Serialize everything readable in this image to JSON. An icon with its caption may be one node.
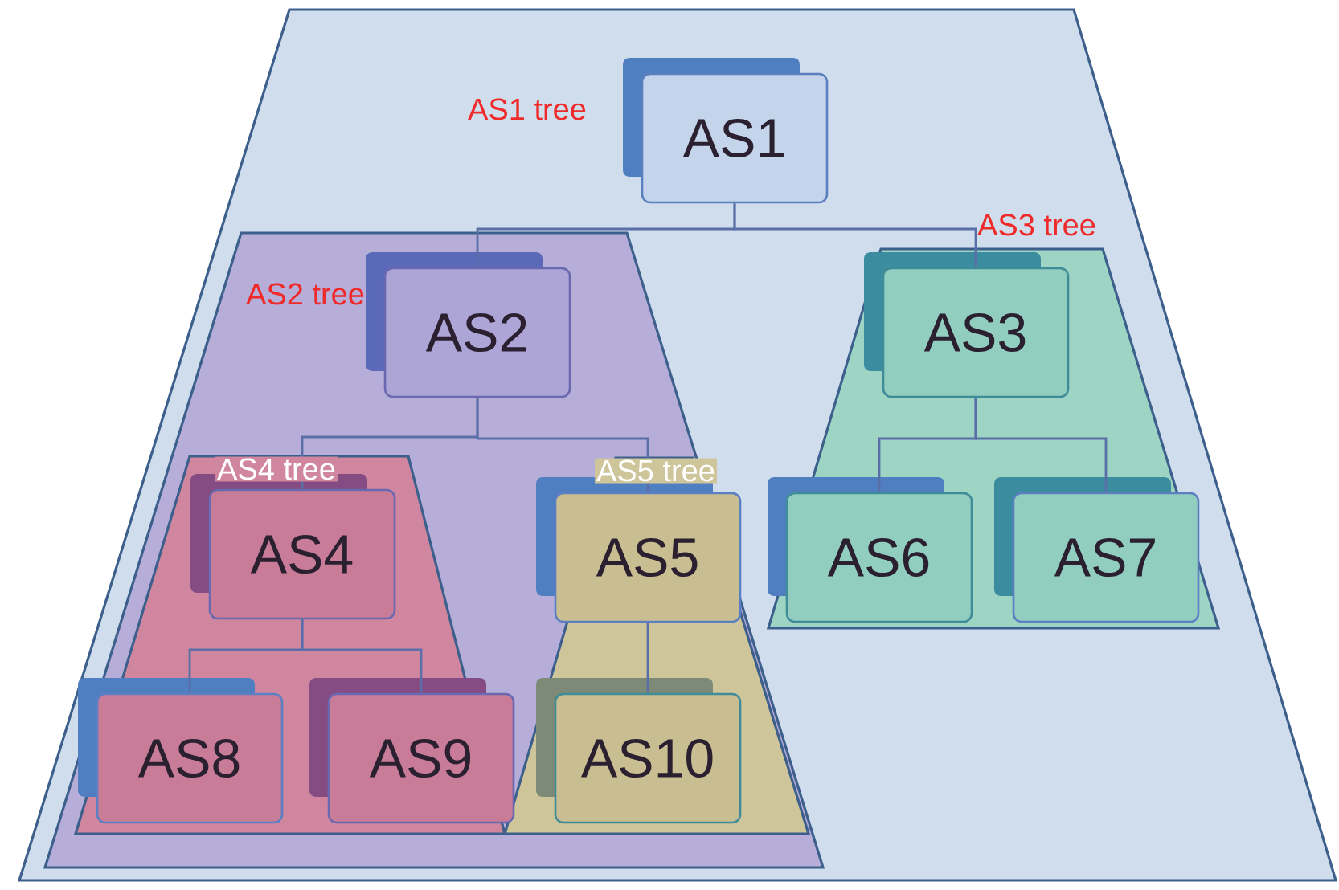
{
  "diagram": {
    "nodes": [
      {
        "text": [
          "AS1 tree"
        ]
      },
      {
        "text": [
          "AS1"
        ],
        "in": 0
      },
      {
        "text": [
          "AS2 tree"
        ],
        "in": 0
      },
      {
        "text": [
          "AS2"
        ],
        "in": 2
      },
      {
        "text": [
          "AS3 tree"
        ],
        "in": 0
      },
      {
        "text": [
          "AS3"
        ],
        "in": 4
      },
      {
        "text": [
          "AS4 tree"
        ],
        "in": 2
      },
      {
        "text": [
          "AS4"
        ],
        "in": 6
      },
      {
        "text": [
          "AS5 tree"
        ],
        "in": 2
      },
      {
        "text": [
          "AS5"
        ],
        "in": 8
      },
      {
        "text": [
          "AS6"
        ],
        "in": 4
      },
      {
        "text": [
          "AS7"
        ],
        "in": 4
      },
      {
        "text": [
          "AS8"
        ],
        "in": 6
      },
      {
        "text": [
          "AS9"
        ],
        "in": 6
      },
      {
        "text": [
          "AS10"
        ],
        "in": 8
      }
    ],
    "edges": [
      {
        "from": 1,
        "to": 3,
        "arrow": "none"
      },
      {
        "from": 1,
        "to": 5,
        "arrow": "none"
      },
      {
        "from": 3,
        "to": 7,
        "arrow": "none"
      },
      {
        "from": 3,
        "to": 9,
        "arrow": "none"
      },
      {
        "from": 5,
        "to": 10,
        "arrow": "none"
      },
      {
        "from": 5,
        "to": 11,
        "arrow": "none"
      },
      {
        "from": 7,
        "to": 12,
        "arrow": "none"
      },
      {
        "from": 7,
        "to": 13,
        "arrow": "none"
      },
      {
        "from": 9,
        "to": 14,
        "arrow": "none"
      }
    ]
  }
}
